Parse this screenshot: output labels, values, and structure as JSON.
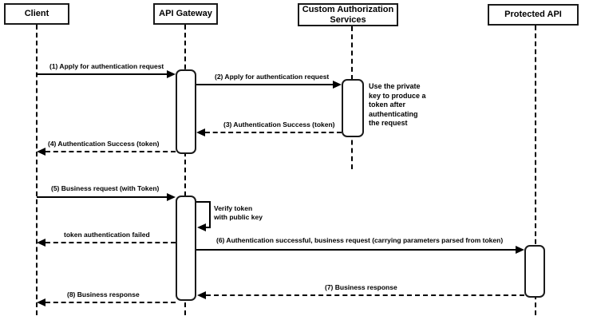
{
  "diagram": {
    "kind": "sequence-diagram",
    "colors": {
      "background": "#ffffff",
      "line": "#000000",
      "actor_border": "#1a1a1a",
      "actor_fill": "#ffffff"
    },
    "actors": [
      {
        "label": "Client"
      },
      {
        "label": "API Gateway"
      },
      {
        "label": "Custom Authorization\nServices"
      },
      {
        "label": "Protected API"
      }
    ],
    "messages": [
      {
        "label": "(1) Apply for authentication request",
        "from": "Client",
        "to": "API Gateway",
        "line": "solid"
      },
      {
        "label": "(2) Apply for authentication request",
        "from": "API Gateway",
        "to": "Custom Authorization Services",
        "line": "solid"
      },
      {
        "label": "(3) Authentication Success (token)",
        "from": "Custom Authorization Services",
        "to": "API Gateway",
        "line": "dashed"
      },
      {
        "label": "(4) Authentication Success (token)",
        "from": "API Gateway",
        "to": "Client",
        "line": "dashed"
      },
      {
        "label": "(5) Business request (with Token)",
        "from": "Client",
        "to": "API Gateway",
        "line": "solid"
      },
      {
        "label": "Verify token\nwith public key",
        "from": "API Gateway",
        "to": "API Gateway",
        "line": "solid"
      },
      {
        "label": "token authentication failed",
        "from": "API Gateway",
        "to": "Client",
        "line": "dashed"
      },
      {
        "label": "(6) Authentication successful, business request (carrying parameters parsed from token)",
        "from": "API Gateway",
        "to": "Protected API",
        "line": "solid"
      },
      {
        "label": "(7) Business response",
        "from": "Protected API",
        "to": "API Gateway",
        "line": "dashed"
      },
      {
        "label": "(8) Business response",
        "from": "API Gateway",
        "to": "Client",
        "line": "dashed"
      }
    ],
    "notes": [
      {
        "label": "Use the private\nkey to produce a\ntoken after\nauthenticating\nthe request",
        "attached_to": "Custom Authorization Services"
      }
    ]
  }
}
